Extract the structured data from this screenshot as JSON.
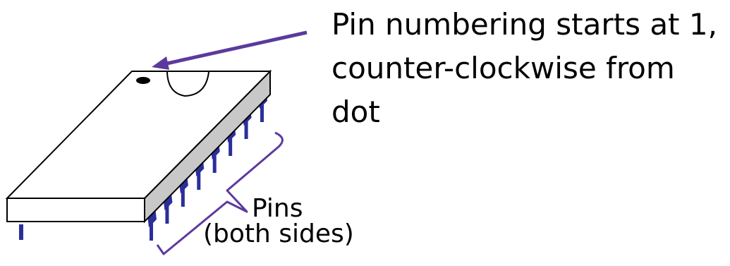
{
  "annotation": {
    "line1": "Pin numbering starts at 1,",
    "line2": "counter-clockwise from",
    "line3": "dot"
  },
  "pins_label": {
    "title": "Pins",
    "subtitle": "(both sides)"
  },
  "colors": {
    "pin": "#2b2e9a",
    "annotation_arrow": "#5b3a9e",
    "chip_side": "#c8c8c8",
    "chip_top": "#ffffff",
    "outline": "#000000"
  }
}
